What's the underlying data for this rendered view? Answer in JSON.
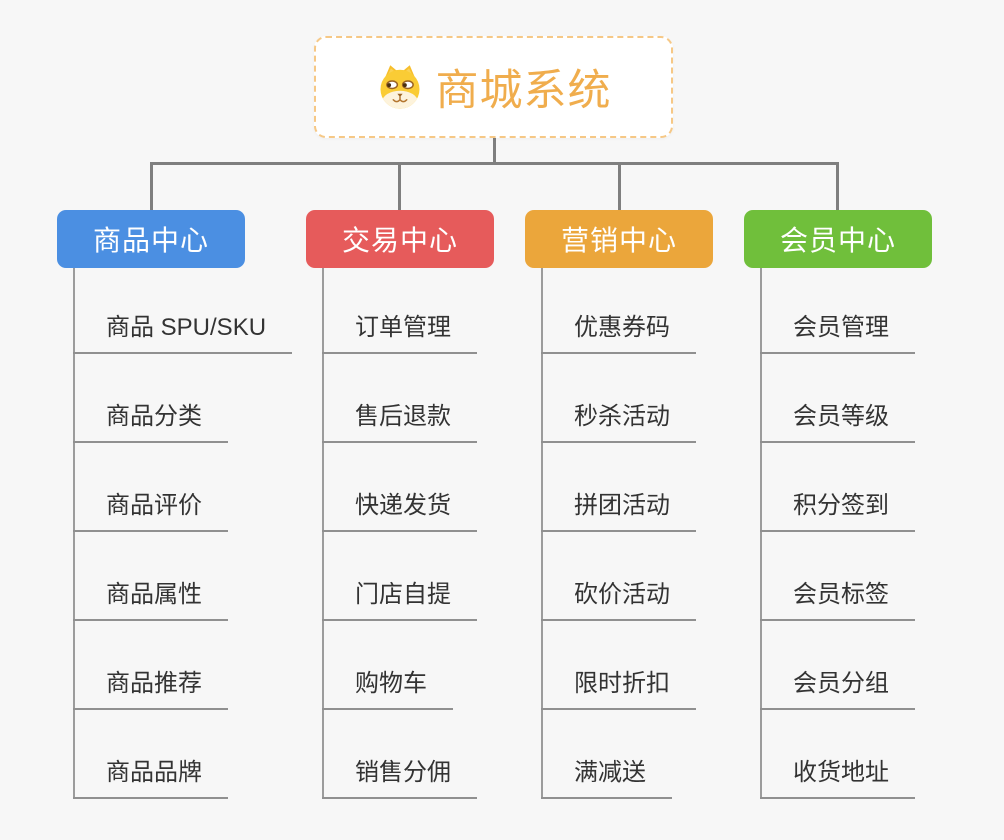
{
  "canvas": {
    "background": "#F7F7F7",
    "connector_color": "#7F7F7F"
  },
  "root": {
    "label": "商城系统",
    "icon": "shiba-dog-face",
    "text_color": "#F0AD4D",
    "border_color": "#F6C886"
  },
  "branches": [
    {
      "id": "product-center",
      "label": "商品中心",
      "color": "#4B8FE2",
      "items": [
        "商品 SPU/SKU",
        "商品分类",
        "商品评价",
        "商品属性",
        "商品推荐",
        "商品品牌"
      ]
    },
    {
      "id": "trade-center",
      "label": "交易中心",
      "color": "#E65B5B",
      "items": [
        "订单管理",
        "售后退款",
        "快递发货",
        "门店自提",
        "购物车",
        "销售分佣"
      ]
    },
    {
      "id": "marketing-center",
      "label": "营销中心",
      "color": "#EBA63B",
      "items": [
        "优惠券码",
        "秒杀活动",
        "拼团活动",
        "砍价活动",
        "限时折扣",
        "满减送"
      ]
    },
    {
      "id": "member-center",
      "label": "会员中心",
      "color": "#70BF3B",
      "items": [
        "会员管理",
        "会员等级",
        "积分签到",
        "会员标签",
        "会员分组",
        "收货地址"
      ]
    }
  ]
}
